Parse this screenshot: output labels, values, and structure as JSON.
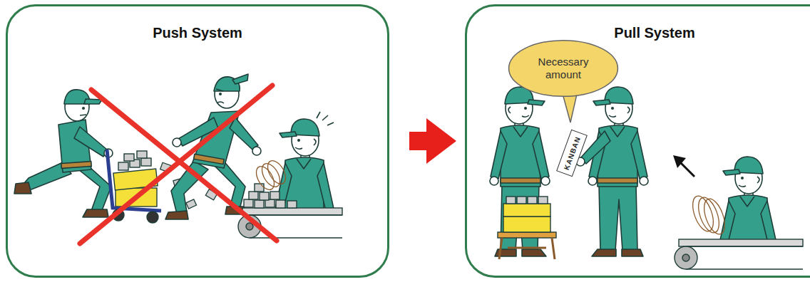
{
  "diagram": {
    "nodes": [
      {
        "text": [
          "Push System"
        ]
      },
      {
        "text": [
          "Pull System"
        ]
      },
      {
        "text": [
          "Necessary amount"
        ],
        "in": 1
      },
      {
        "text": [
          "KANBAN"
        ],
        "in": 1
      }
    ],
    "edges": [
      {
        "from": 0,
        "to": 1,
        "arrow": "to"
      }
    ]
  }
}
